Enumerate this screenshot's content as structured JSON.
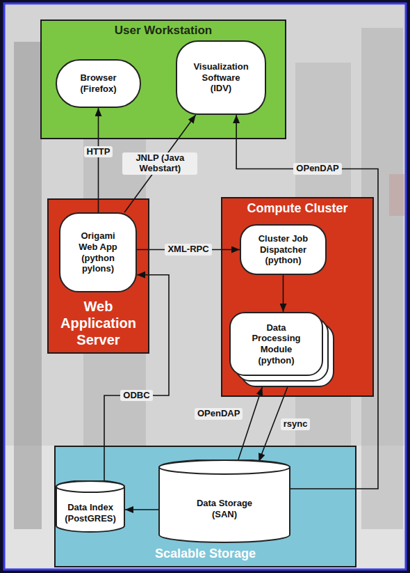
{
  "diagram": {
    "nodes": [
      {
        "text": [
          "User Workstation"
        ]
      },
      {
        "text": [
          "Browser (Firefox)"
        ],
        "in": 0
      },
      {
        "text": [
          "Visualization Software (IDV)"
        ],
        "in": 0
      },
      {
        "text": [
          "Web Application Server"
        ]
      },
      {
        "text": [
          "Origami Web App (python pylons)"
        ],
        "in": 3
      },
      {
        "text": [
          "Compute Cluster"
        ]
      },
      {
        "text": [
          "Cluster Job Dispatcher (python)"
        ],
        "in": 5
      },
      {
        "text": [
          "Data Processing Module (python)"
        ],
        "in": 5
      },
      {
        "text": [
          "Scalable Storage"
        ]
      },
      {
        "text": [
          "Data Index (PostGRES)"
        ],
        "in": 8
      },
      {
        "text": [
          "Data Storage (SAN)"
        ],
        "in": 8
      }
    ],
    "edges": [
      {
        "from": 4,
        "to": 1,
        "label": "HTTP",
        "arrow": "to"
      },
      {
        "from": 4,
        "to": 2,
        "label": "JNLP (Java Webstart)",
        "arrow": "to"
      },
      {
        "from": 4,
        "to": 6,
        "label": "XML-RPC",
        "arrow": "to"
      },
      {
        "from": 6,
        "to": 7,
        "arrow": "to"
      },
      {
        "from": 10,
        "to": 7,
        "label": "OPenDAP",
        "arrow": "to"
      },
      {
        "from": 7,
        "to": 10,
        "label": "rsync",
        "arrow": "to"
      },
      {
        "from": 10,
        "to": 2,
        "label": "OPenDAP",
        "arrow": "to"
      },
      {
        "from": 9,
        "to": 4,
        "label": "ODBC",
        "arrow": "to"
      },
      {
        "from": 10,
        "to": 9,
        "arrow": "to"
      }
    ]
  }
}
